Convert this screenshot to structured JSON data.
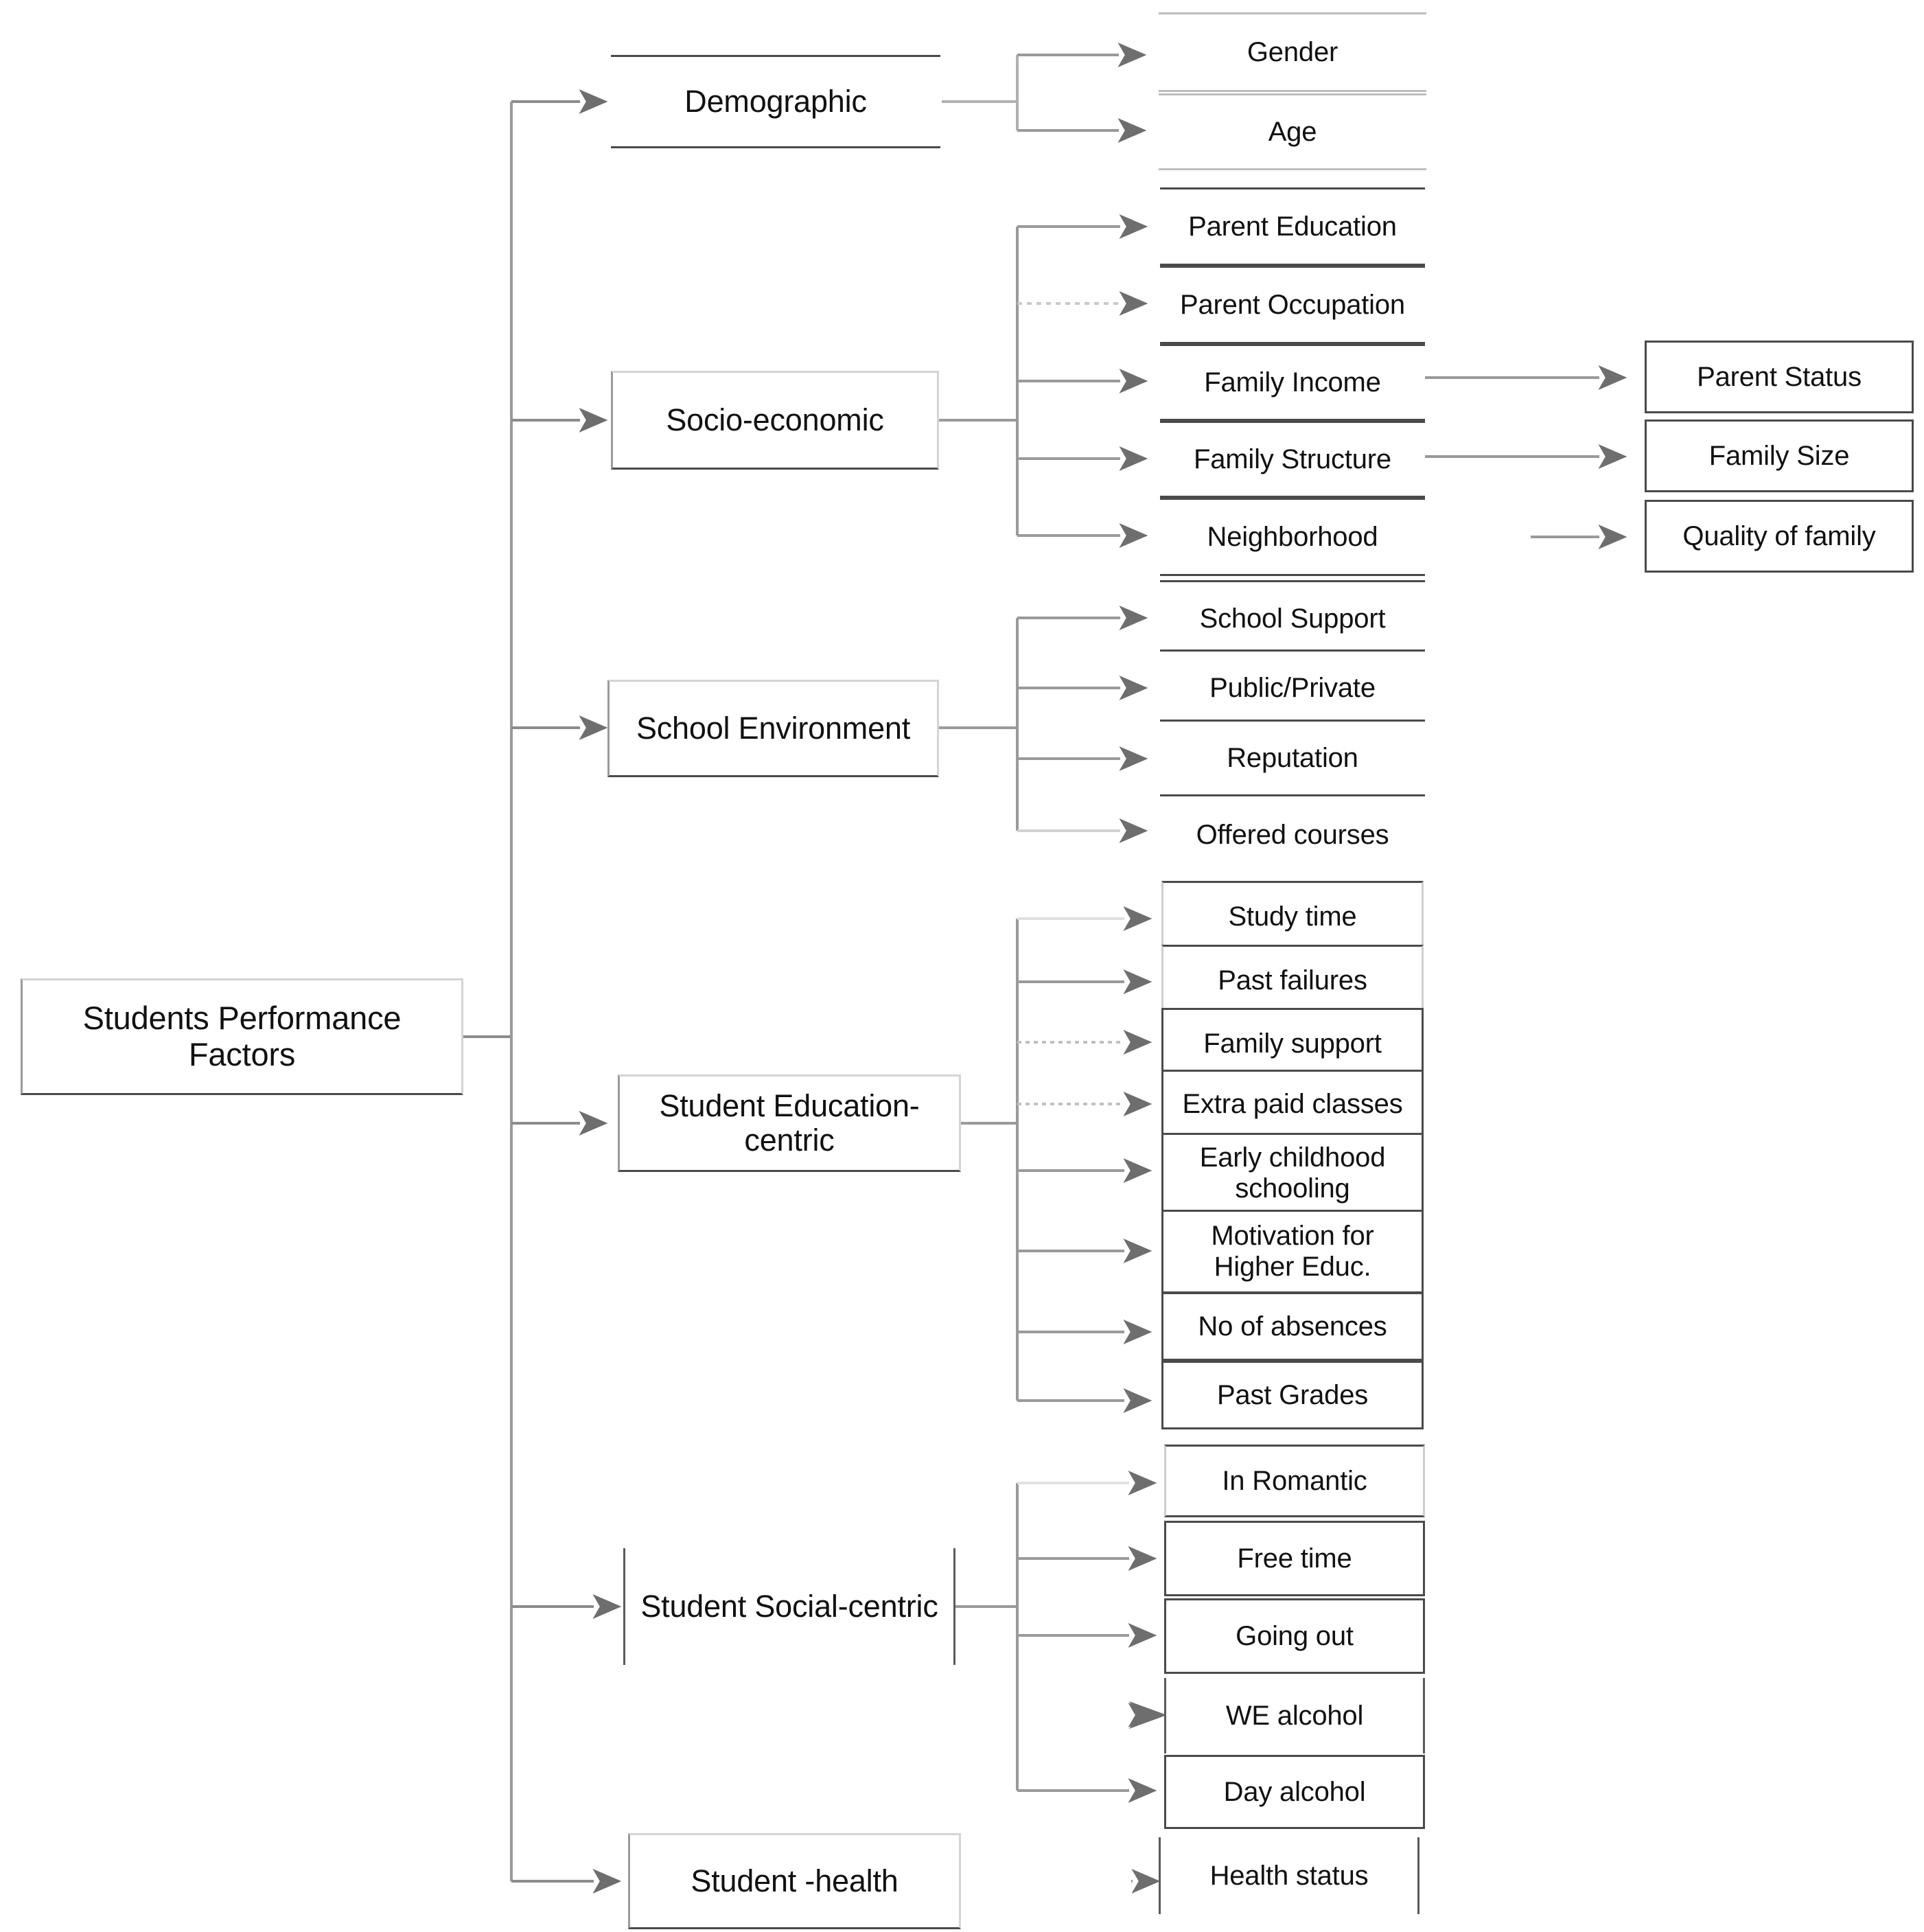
{
  "diagram": {
    "type": "tree",
    "title": "Students Performance Factors",
    "orientation": "left-to-right",
    "root": {
      "label": "Students Performance Factors"
    },
    "level2": [
      {
        "label": "Demographic"
      },
      {
        "label": "Socio-economic"
      },
      {
        "label": "School Environment"
      },
      {
        "label": "Student Education-centric"
      },
      {
        "label": "Student Social-centric"
      },
      {
        "label": "Student -health"
      }
    ],
    "demographic_children": [
      {
        "label": "Gender"
      },
      {
        "label": "Age"
      }
    ],
    "socio_children": [
      {
        "label": "Parent Education"
      },
      {
        "label": "Parent Occupation"
      },
      {
        "label": "Family Income"
      },
      {
        "label": "Family Structure"
      },
      {
        "label": "Neighborhood"
      }
    ],
    "socio_grandchildren": [
      {
        "label": "Parent Status"
      },
      {
        "label": "Family Size"
      },
      {
        "label": "Quality of family"
      }
    ],
    "school_children": [
      {
        "label": "School Support"
      },
      {
        "label": "Public/Private"
      },
      {
        "label": "Reputation"
      },
      {
        "label": "Offered courses"
      }
    ],
    "education_children": [
      {
        "label": "Study time"
      },
      {
        "label": "Past failures"
      },
      {
        "label": "Family support"
      },
      {
        "label": "Extra paid classes"
      },
      {
        "label": "Early childhood schooling"
      },
      {
        "label": "Motivation for Higher Educ."
      },
      {
        "label": "No of absences"
      },
      {
        "label": "Past Grades"
      }
    ],
    "social_children": [
      {
        "label": "In Romantic"
      },
      {
        "label": "Free time"
      },
      {
        "label": "Going out"
      },
      {
        "label": "WE alcohol"
      },
      {
        "label": "Day alcohol"
      }
    ],
    "health_children": [
      {
        "label": "Health status"
      }
    ],
    "colors": {
      "background": "#ffffff",
      "text": "#111111",
      "border_dark": "#4a4a4a",
      "border_light": "#d4d4d4",
      "connector": "#8c8c8c",
      "arrow_fill": "#6e6e6e"
    }
  }
}
